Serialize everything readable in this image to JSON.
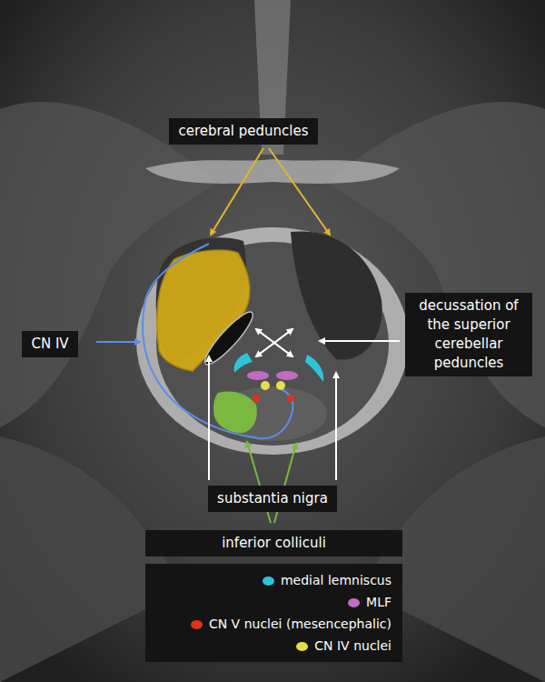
{
  "diagram": {
    "nodes": [
      {
        "text": [
          "cerebral peduncles"
        ]
      },
      {
        "text": [
          "CN IV"
        ]
      },
      {
        "text": [
          "decussation of the superior cerebellar peduncles"
        ]
      },
      {
        "text": [
          "substantia nigra"
        ]
      },
      {
        "text": [
          "inferior colliculi"
        ]
      }
    ],
    "legend": [
      {
        "text": "medial lemniscus",
        "color": "#2ec4d8"
      },
      {
        "text": "MLF",
        "color": "#c06cc4"
      },
      {
        "text": "CN V nuclei (mesencephalic)",
        "color": "#e2321e"
      },
      {
        "text": "CN IV nuclei",
        "color": "#e2e04a"
      }
    ]
  }
}
